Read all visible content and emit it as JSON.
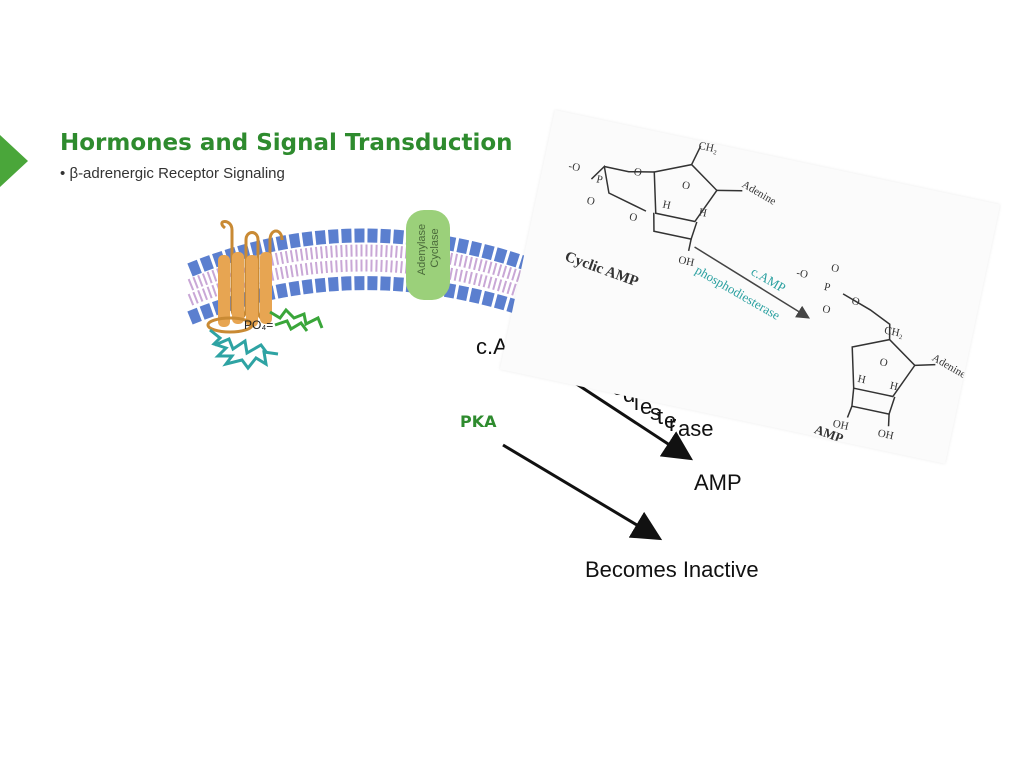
{
  "slide": {
    "title": "Hormones and Signal Transduction",
    "bullet": "•",
    "subtitle": "β-adrenergic Receptor Signaling"
  },
  "membrane_figure": {
    "enzyme_label_line1": "Adenylase",
    "enzyme_label_line2": "Cyclase",
    "phosphate_label": "PO₄=",
    "colors": {
      "lipid_head": "#5b7fcf",
      "receptor": "#e7a552",
      "enzyme": "#9bd07a",
      "protein": "#2ea3a3",
      "protein2": "#3aa63a"
    }
  },
  "pathway": {
    "camp_label": "c.AMP",
    "enzyme_name": "Phosphodiesterase",
    "amp_label": "AMP",
    "pka_label": "PKA",
    "inactive_label": "Becomes Inactive"
  },
  "chemistry": {
    "left_molecule_name": "Cyclic AMP",
    "enzyme_label_line1": "c.AMP",
    "enzyme_label_line2": "phosphodiesterase",
    "right_molecule_name": "AMP",
    "ch2": "CH₂",
    "adenine": "Adenine",
    "oh": "OH",
    "h": "H",
    "o": "O",
    "p": "P",
    "o_minus": "-O"
  }
}
